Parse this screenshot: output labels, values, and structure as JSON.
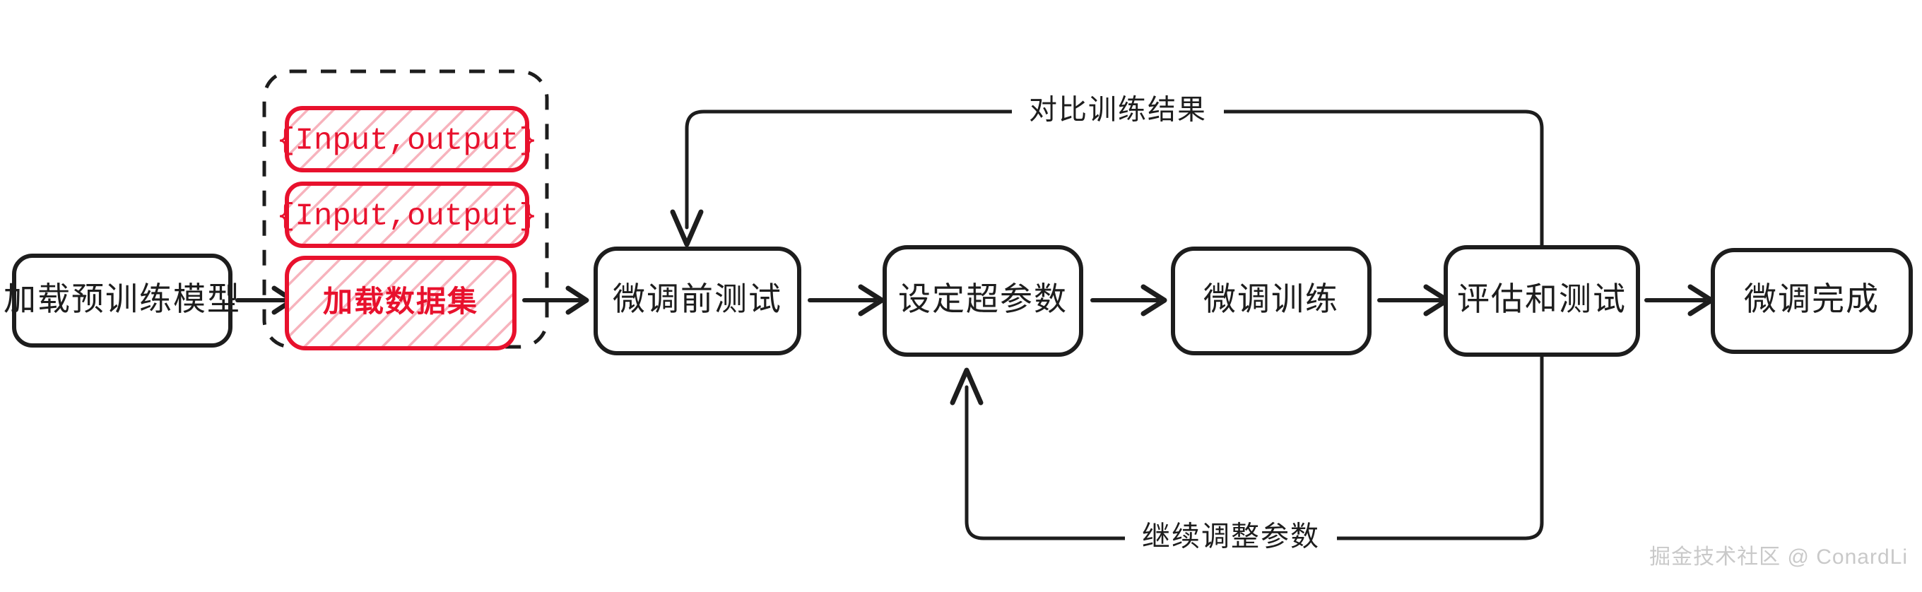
{
  "diagram": {
    "title": "",
    "colors": {
      "ink": "#1d1d1d",
      "accent_red": "#e8112d",
      "hatch_red": "#f7b3bd",
      "background": "#ffffff",
      "watermark": "#c9c9c9"
    },
    "nodes": [
      {
        "id": "load-model",
        "label": "加载预训练模型",
        "style": "plain"
      },
      {
        "id": "load-dataset",
        "label": "加载数据集",
        "style": "red-hatched"
      },
      {
        "id": "pretest",
        "label": "微调前测试",
        "style": "plain"
      },
      {
        "id": "set-hyperparams",
        "label": "设定超参数",
        "style": "plain"
      },
      {
        "id": "finetune-train",
        "label": "微调训练",
        "style": "plain"
      },
      {
        "id": "eval-test",
        "label": "评估和测试",
        "style": "plain"
      },
      {
        "id": "finetune-done",
        "label": "微调完成",
        "style": "plain"
      }
    ],
    "samples": [
      {
        "id": "sample-1",
        "label": "{Input,output}"
      },
      {
        "id": "sample-2",
        "label": "{Input,output}"
      }
    ],
    "edge_labels": {
      "compare_results": "对比训练结果",
      "keep_tuning": "继续调整参数"
    },
    "edges": [
      {
        "from": "load-model",
        "to": "load-dataset",
        "label": ""
      },
      {
        "from": "load-dataset",
        "to": "pretest",
        "label": ""
      },
      {
        "from": "pretest",
        "to": "set-hyperparams",
        "label": ""
      },
      {
        "from": "set-hyperparams",
        "to": "finetune-train",
        "label": ""
      },
      {
        "from": "finetune-train",
        "to": "eval-test",
        "label": ""
      },
      {
        "from": "eval-test",
        "to": "finetune-done",
        "label": ""
      },
      {
        "from": "eval-test",
        "to": "pretest",
        "label": "对比训练结果"
      },
      {
        "from": "eval-test",
        "to": "set-hyperparams",
        "label": "继续调整参数"
      }
    ],
    "watermark": "掘金技术社区 @ ConardLi"
  }
}
